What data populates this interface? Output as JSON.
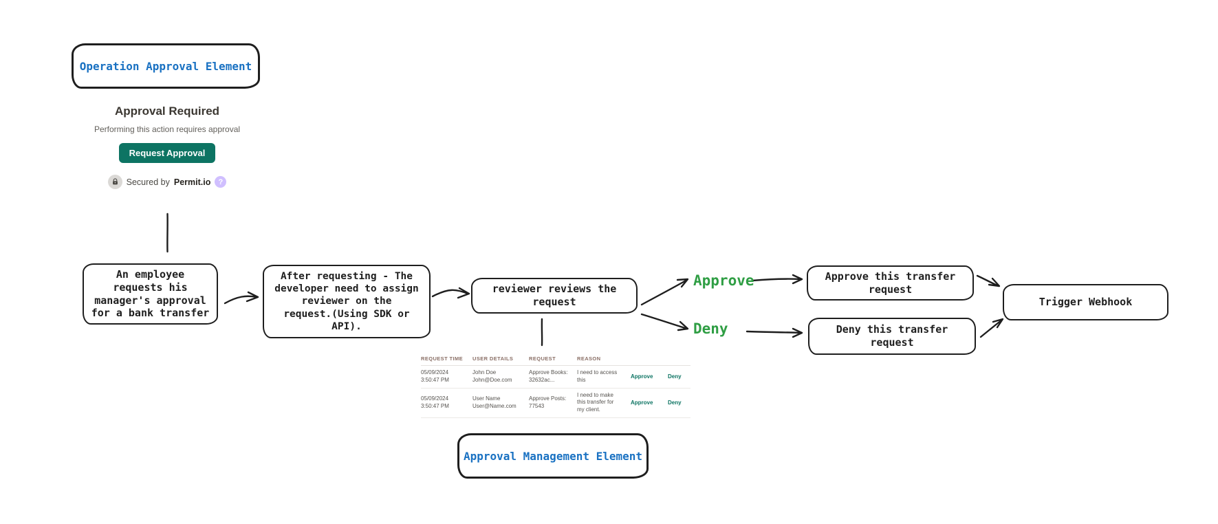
{
  "colors": {
    "accent_blue": "#1971c2",
    "flow_green": "#2f9e44",
    "button_teal": "#0d7463",
    "stroke": "#1e1e1e"
  },
  "badges": {
    "operation_label": "Operation Approval Element",
    "management_label": "Approval Management Element"
  },
  "permit_widget": {
    "title": "Approval Required",
    "subtitle": "Performing this action requires approval",
    "request_button_label": "Request Approval",
    "secured_by": "Secured by",
    "brand": "Permit.io",
    "help_icon": "?"
  },
  "flow": {
    "employee_node": "An employee\nrequests his\nmanager's approval\nfor a bank transfer",
    "assign_reviewer_node": "After requesting - The\ndeveloper need to assign\nreviewer on the\nrequest.(Using SDK or\nAPI).",
    "review_node": "reviewer reviews the\nrequest",
    "approve_label": "Approve",
    "deny_label": "Deny",
    "approve_node": "Approve this transfer\nrequest",
    "deny_node": "Deny this transfer\nrequest",
    "webhook_node": "Trigger Webhook"
  },
  "approvals_table": {
    "headers": [
      "REQUEST TIME",
      "USER DETAILS",
      "REQUEST",
      "REASON"
    ],
    "rows": [
      {
        "time": "05/09/2024\n3:50:47 PM",
        "user": "John Doe\nJohn@Doe.com",
        "request": "Approve Books:\n32632ac...",
        "reason": "I need to access\nthis",
        "approve_label": "Approve",
        "deny_label": "Deny"
      },
      {
        "time": "05/09/2024\n3:50:47 PM",
        "user": "User Name\nUser@Name.com",
        "request": "Approve Posts:\n77543",
        "reason": "I need to make\nthis transfer for\nmy client.",
        "approve_label": "Approve",
        "deny_label": "Deny"
      }
    ]
  }
}
